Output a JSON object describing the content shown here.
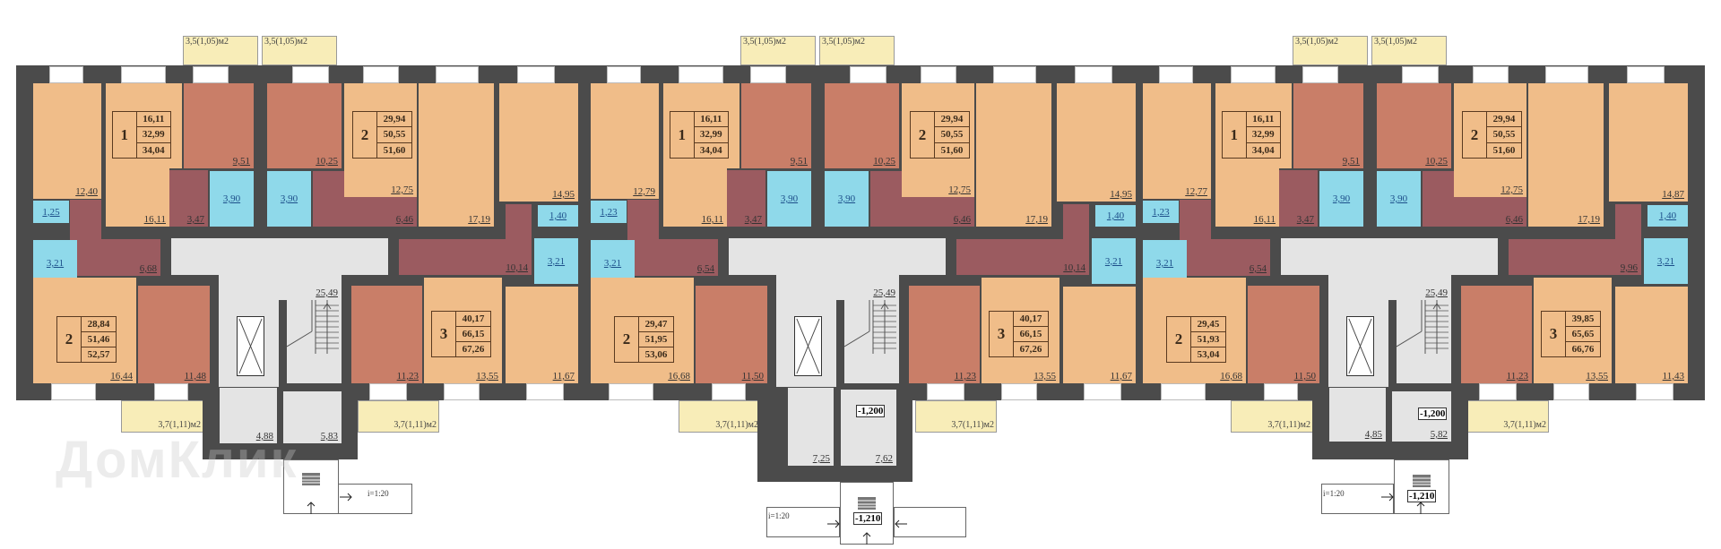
{
  "watermark": "ДомКлик",
  "colors": {
    "living_room": "#f0bd89",
    "bedroom": "#c97e68",
    "hallway": "#9b5b60",
    "bathroom": "#8fd9ea",
    "common_area": "#e4e4e4",
    "walls": "#4b4b4b",
    "balcony": "#f8edb8"
  },
  "sections": [
    {
      "balconies_top": [
        "3,5(1,05)м2",
        "3,5(1,05)м2"
      ],
      "balconies_bottom": [
        "3,7(1,11)м2",
        "3,7(1,11)м2"
      ],
      "rooms": {
        "r1": "12,40",
        "r2": "16,11",
        "r3": "9,51",
        "r4": "3,47",
        "r5": "3,90",
        "r6": "10,25",
        "r7": "3,90",
        "r8": "6,46",
        "r9": "12,75",
        "r10": "17,19",
        "r11": "14,95",
        "r12": "1,40",
        "r13": "1,25",
        "h1": "6,68",
        "r14": "3,21",
        "h2": "10,14",
        "r15": "3,21",
        "lobby": "25,49",
        "r16": "16,44",
        "r17": "11,48",
        "r18": "11,23",
        "r19": "13,55",
        "r20": "11,67"
      },
      "apartments": [
        {
          "rooms": "1",
          "values": [
            "16,11",
            "32,99",
            "34,04"
          ]
        },
        {
          "rooms": "2",
          "values": [
            "29,94",
            "50,55",
            "51,60"
          ]
        },
        {
          "rooms": "2",
          "values": [
            "28,84",
            "51,46",
            "52,57"
          ]
        },
        {
          "rooms": "3",
          "values": [
            "40,17",
            "66,15",
            "67,26"
          ]
        }
      ],
      "entrance": {
        "areas": [
          "4,88",
          "5,83"
        ],
        "slope": "i=1:20"
      }
    },
    {
      "balconies_top": [
        "3,5(1,05)м2",
        "3,5(1,05)м2"
      ],
      "balconies_bottom": [
        "3,7(1,11)м2",
        "3,7(1,11)м2"
      ],
      "rooms": {
        "r1": "12,79",
        "r2": "16,11",
        "r3": "9,51",
        "r4": "3,47",
        "r5": "3,90",
        "r6": "10,25",
        "r7": "3,90",
        "r8": "6,46",
        "r9": "12,75",
        "r10": "17,19",
        "r11": "14,95",
        "r12": "1,40",
        "r13": "1,23",
        "h1": "6,54",
        "r14": "3,21",
        "h2": "10,14",
        "r15": "3,21",
        "lobby": "25,49",
        "r16": "16,68",
        "r17": "11,50",
        "r18": "11,23",
        "r19": "13,55",
        "r20": "11,67"
      },
      "apartments": [
        {
          "rooms": "1",
          "values": [
            "16,11",
            "32,99",
            "34,04"
          ]
        },
        {
          "rooms": "2",
          "values": [
            "29,94",
            "50,55",
            "51,60"
          ]
        },
        {
          "rooms": "2",
          "values": [
            "29,47",
            "51,95",
            "53,06"
          ]
        },
        {
          "rooms": "3",
          "values": [
            "40,17",
            "66,15",
            "67,26"
          ]
        }
      ],
      "entrance": {
        "areas": [
          "7,25",
          "7,62"
        ],
        "level_inside": "-1,200",
        "level_outside": "-1,210",
        "slope": "i=1:20"
      }
    },
    {
      "balconies_top": [
        "3,5(1,05)м2",
        "3,5(1,05)м2"
      ],
      "balconies_bottom": [
        "3,7(1,11)м2",
        "3,7(1,11)м2"
      ],
      "rooms": {
        "r1": "12,77",
        "r2": "16,11",
        "r3": "9,51",
        "r4": "3,47",
        "r5": "3,90",
        "r6": "10,25",
        "r7": "3,90",
        "r8": "6,46",
        "r9": "12,75",
        "r10": "17,19",
        "r11": "14,87",
        "r12": "1,40",
        "r13": "1,23",
        "h1": "6,54",
        "r14": "3,21",
        "h2": "9,96",
        "r15": "3,21",
        "lobby": "25,49",
        "r16": "16,68",
        "r17": "11,50",
        "r18": "11,23",
        "r19": "13,55",
        "r20": "11,43"
      },
      "apartments": [
        {
          "rooms": "1",
          "values": [
            "16,11",
            "32,99",
            "34,04"
          ]
        },
        {
          "rooms": "2",
          "values": [
            "29,94",
            "50,55",
            "51,60"
          ]
        },
        {
          "rooms": "2",
          "values": [
            "29,45",
            "51,93",
            "53,04"
          ]
        },
        {
          "rooms": "3",
          "values": [
            "39,85",
            "65,65",
            "66,76"
          ]
        }
      ],
      "entrance": {
        "areas": [
          "4,85",
          "5,82"
        ],
        "level_inside": "-1,200",
        "level_outside": "-1,210",
        "slope": "i=1:20"
      }
    }
  ]
}
